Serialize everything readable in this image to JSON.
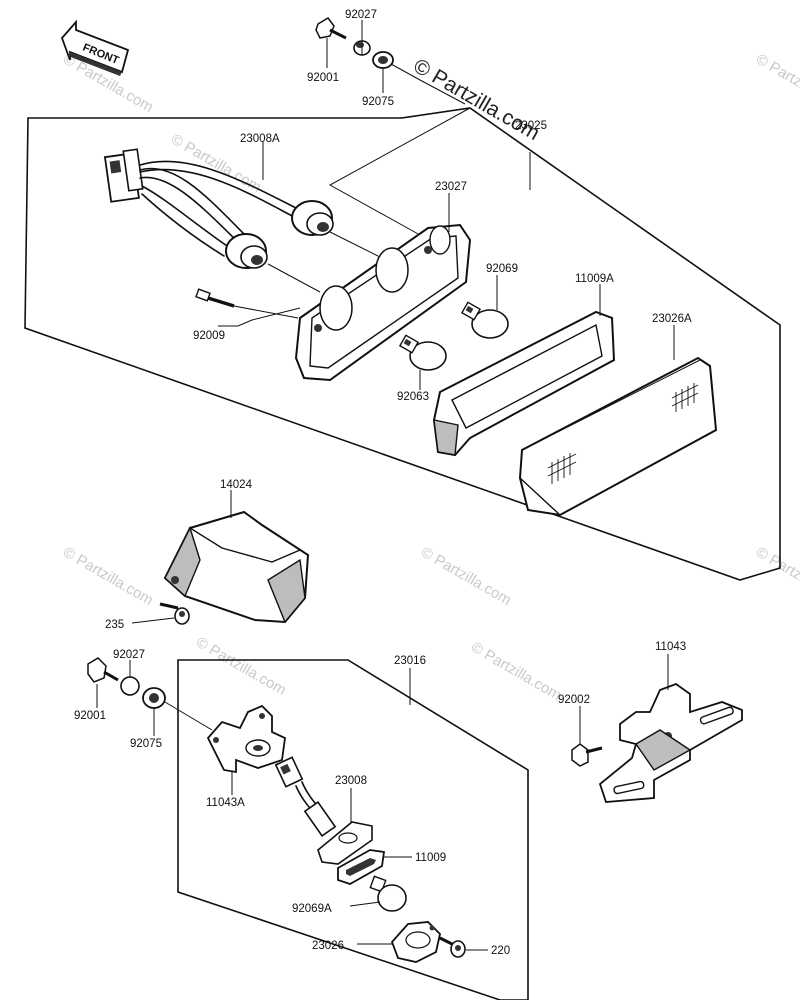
{
  "watermark": {
    "main": "© Partzilla.com",
    "faint": "© Partzilla.com"
  },
  "front_label": "FRONT",
  "callouts": {
    "p92027_top": "92027",
    "p92001_top": "92001",
    "p92075_top": "92075",
    "p23025": "23025",
    "p23008A": "23008A",
    "p23027": "23027",
    "p92069_top": "92069",
    "p11009A": "11009A",
    "p23026A": "23026A",
    "p92009": "92009",
    "p92063": "92063",
    "p14024": "14024",
    "p235": "235",
    "p92027_low": "92027",
    "p92001_low": "92001",
    "p92075_low": "92075",
    "p23016": "23016",
    "p11043": "11043",
    "p92002": "92002",
    "p11043A": "11043A",
    "p23008": "23008",
    "p11009": "11009",
    "p92069A": "92069A",
    "p23026": "23026",
    "p220": "220"
  }
}
